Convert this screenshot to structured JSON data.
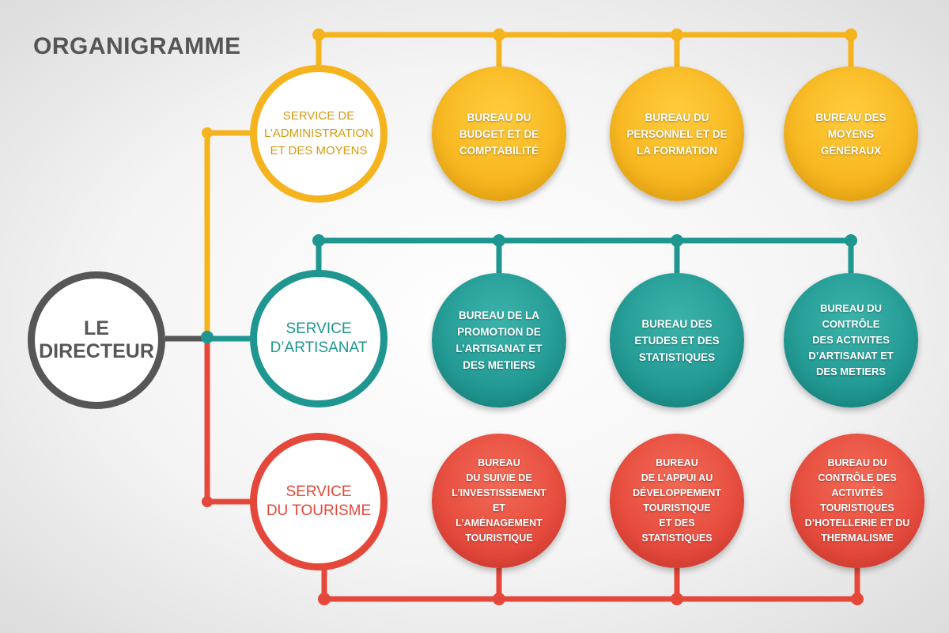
{
  "title": "ORGANIGRAMME",
  "colors": {
    "director": "#565656",
    "admin": "#f5b31d",
    "artisanat": "#1f9690",
    "tourisme": "#e5473a"
  },
  "director": "LE\nDIRECTEUR",
  "services": {
    "admin": {
      "label": "SERVICE DE\nL’ADMINISTRATION\nET DES MOYENS",
      "bureaux": [
        "BUREAU DU\nBUDGET ET DE\nCOMPTABILITÉ",
        "BUREAU DU\nPERSONNEL ET DE\nLA FORMATION",
        "BUREAU DES\nMOYENS\nGÉNÉRAUX"
      ]
    },
    "artisanat": {
      "label": "SERVICE\nD’ARTISANAT",
      "bureaux": [
        "BUREAU DE LA\nPROMOTION DE\nL’ARTISANAT ET\nDES METIERS",
        "BUREAU DES\nETUDES ET DES\nSTATISTIQUES",
        "BUREAU DU\nCONTRÔLE\nDES ACTIVITES\nD’ARTISANAT  ET\nDES METIERS"
      ]
    },
    "tourisme": {
      "label": "SERVICE\nDU TOURISME",
      "bureaux": [
        "BUREAU\nDU SUIVIE  DE\nL’INVESTISSEMENT\nET\nL’AMÉNAGEMENT\nTOURISTIQUE",
        "BUREAU\nDE L’APPUI  AU\nDÉVELOPPEMENT\nTOURISTIQUE\nET DES\nSTATISTIQUES",
        "BUREAU DU\nCONTRÔLE DES\nACTIVITÉS\nTOURISTIQUES\nD’HOTELLERIE ET DU\nTHERMALISME"
      ]
    }
  }
}
